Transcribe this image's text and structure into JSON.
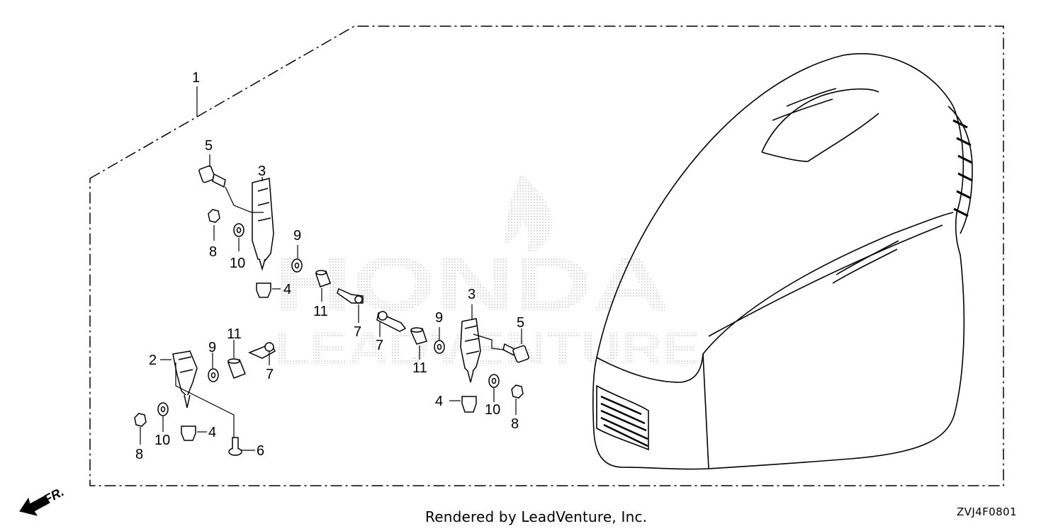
{
  "diagram": {
    "callouts": [
      {
        "id": "c1",
        "text": "1"
      },
      {
        "id": "c2",
        "text": "2"
      },
      {
        "id": "c3a",
        "text": "3"
      },
      {
        "id": "c3b",
        "text": "3"
      },
      {
        "id": "c4a",
        "text": "4"
      },
      {
        "id": "c4b",
        "text": "4"
      },
      {
        "id": "c4c",
        "text": "4"
      },
      {
        "id": "c5a",
        "text": "5"
      },
      {
        "id": "c5b",
        "text": "5"
      },
      {
        "id": "c6",
        "text": "6"
      },
      {
        "id": "c7a",
        "text": "7"
      },
      {
        "id": "c7b",
        "text": "7"
      },
      {
        "id": "c7c",
        "text": "7"
      },
      {
        "id": "c8a",
        "text": "8"
      },
      {
        "id": "c8b",
        "text": "8"
      },
      {
        "id": "c8c",
        "text": "8"
      },
      {
        "id": "c9a",
        "text": "9"
      },
      {
        "id": "c9b",
        "text": "9"
      },
      {
        "id": "c9c",
        "text": "9"
      },
      {
        "id": "c10a",
        "text": "10"
      },
      {
        "id": "c10b",
        "text": "10"
      },
      {
        "id": "c10c",
        "text": "10"
      },
      {
        "id": "c11a",
        "text": "11"
      },
      {
        "id": "c11b",
        "text": "11"
      },
      {
        "id": "c11c",
        "text": "11"
      }
    ],
    "front_marker": "FR.",
    "watermark_line1": "HONDA",
    "watermark_line2": "LEADVENTURE"
  },
  "footer": {
    "credit": "Rendered by LeadVenture, Inc.",
    "code": "ZVJ4F0801"
  },
  "colors": {
    "line": "#000000",
    "watermark": "#d4d4d4",
    "background": "#ffffff"
  }
}
